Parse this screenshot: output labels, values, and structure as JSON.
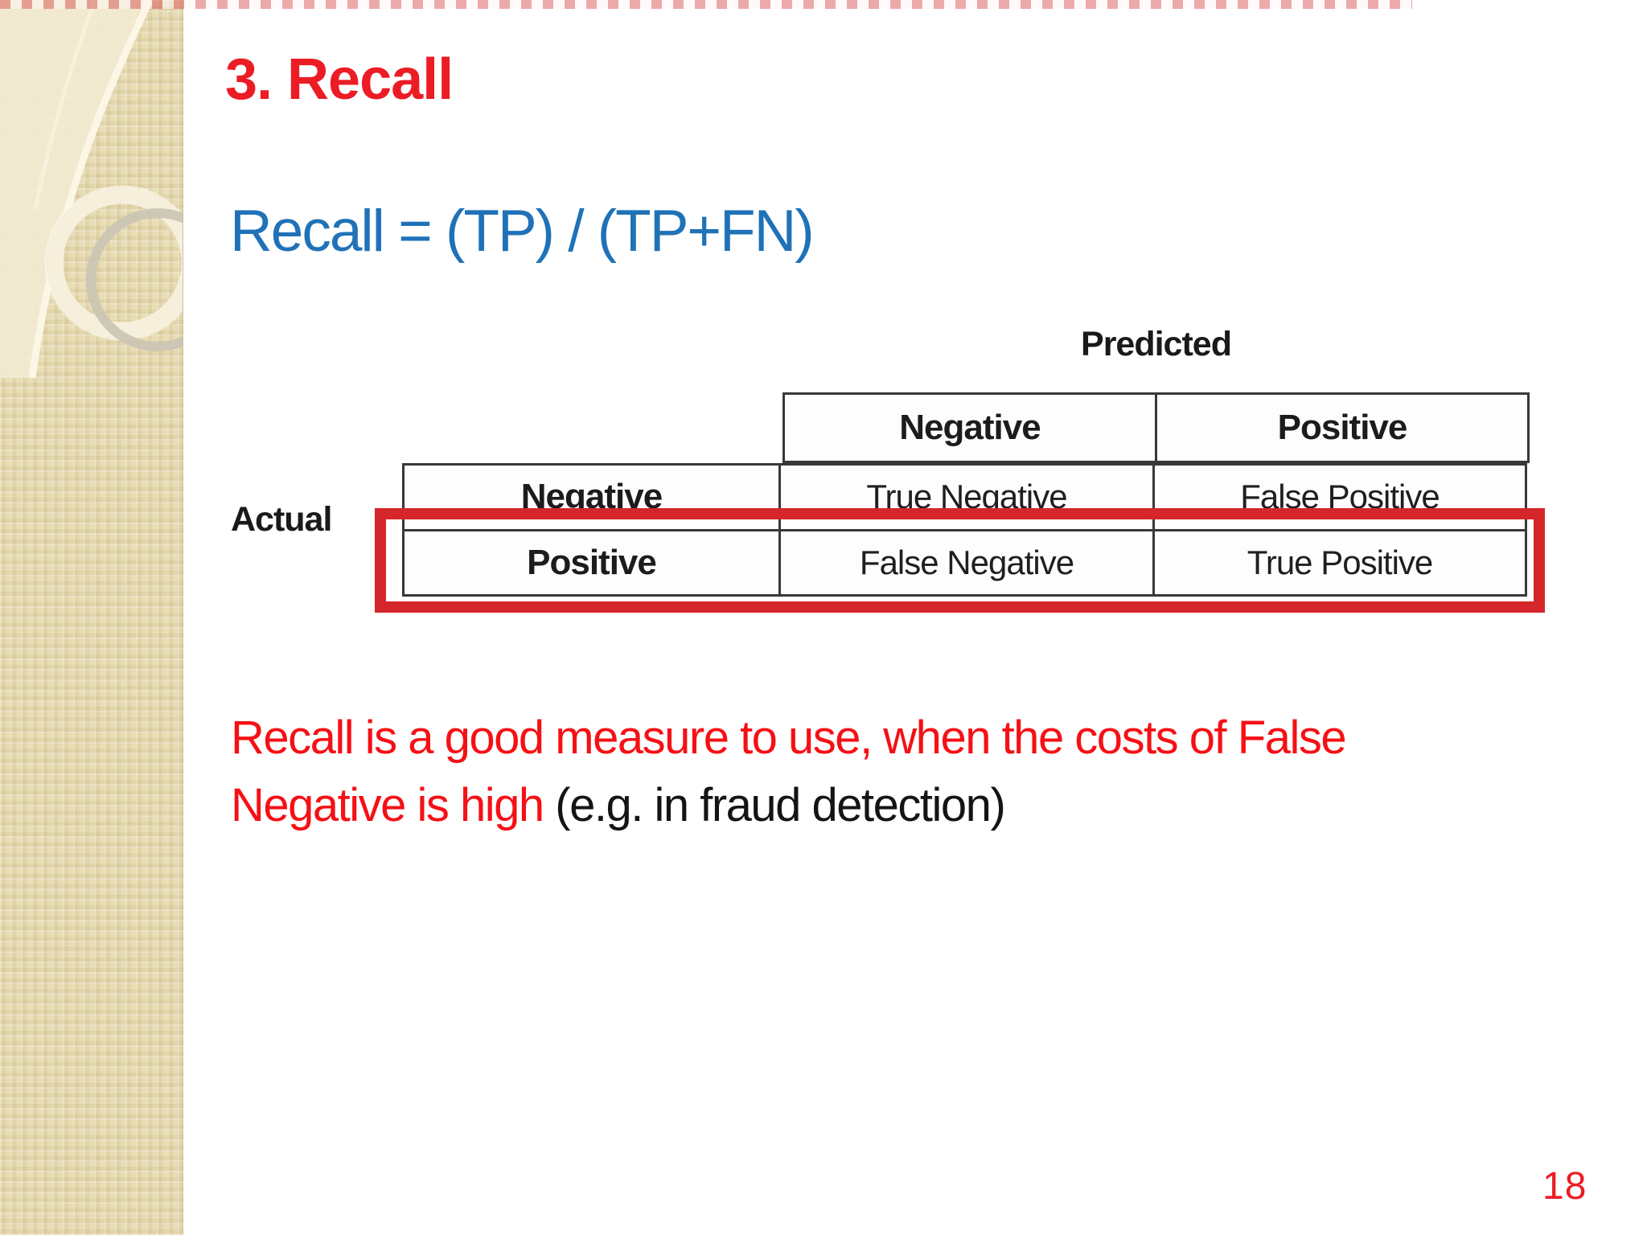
{
  "slide": {
    "title": "3. Recall",
    "formula": "Recall = (TP) / (TP+FN)",
    "note_line1": "Recall is a good measure to use, when the costs of False",
    "note_line2_red": "Negative is high",
    "note_line2_black": " (e.g. in fraud detection)",
    "page_number": "18"
  },
  "matrix": {
    "predicted_label": "Predicted",
    "actual_label": "Actual",
    "col_headers": [
      "Negative",
      "Positive"
    ],
    "rows": [
      {
        "label": "Negative",
        "cells": [
          "True Negative",
          "False Positive"
        ]
      },
      {
        "label": "Positive",
        "cells": [
          "False Negative",
          "True Positive"
        ]
      }
    ],
    "highlighted_row": "Positive"
  },
  "colors": {
    "title_red": "#EC1C24",
    "formula_blue": "#1F72B8",
    "note_red": "#F51015",
    "note_black": "#141414",
    "highlight_box_red": "#D5262C",
    "sidebar_beige": "#E8DDB4",
    "table_border": "#383838"
  }
}
